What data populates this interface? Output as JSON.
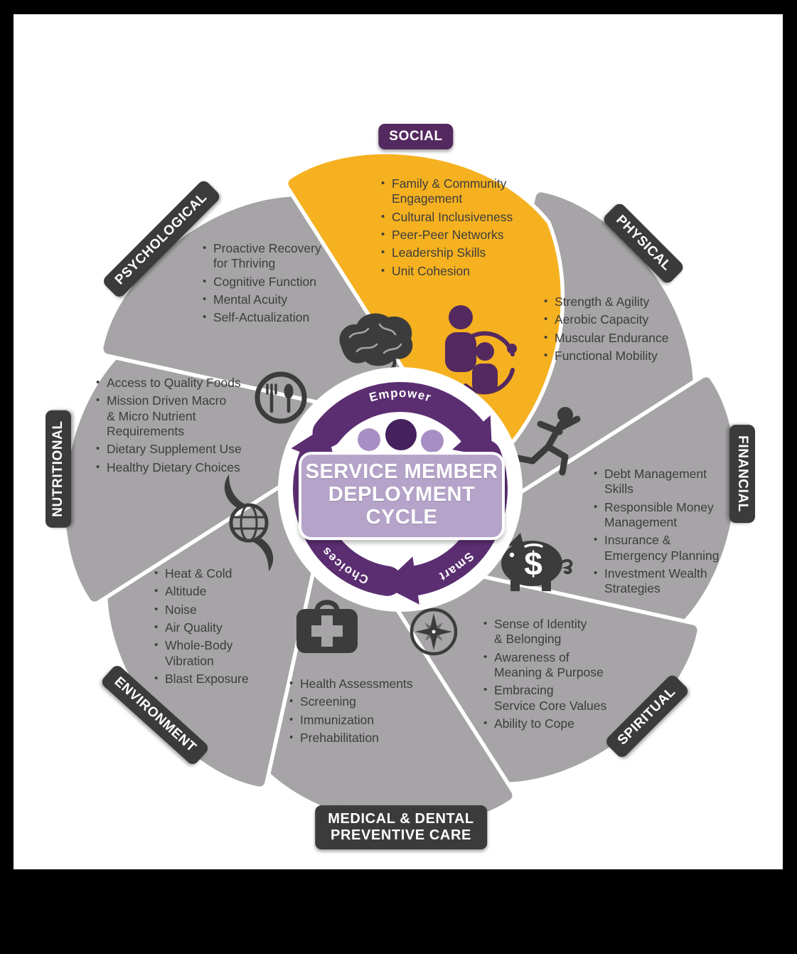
{
  "title_banner": {
    "line1": "SERVICE MEMBER",
    "line2": "DEPLOYMENT CYCLE"
  },
  "cycle": {
    "top_word": "Empower",
    "bottom_right_word": "Smart",
    "bottom_left_word": "Choices"
  },
  "colors": {
    "accent_yellow": "#F5B120",
    "petal_gray": "#A6A4A6",
    "chip_dark": "#3B3B3B",
    "chip_purple": "#54295F",
    "ring_purple": "#5B2E72",
    "banner_light_purple": "#B5A3C9",
    "figure_dark_purple": "#45215E",
    "figure_light_purple": "#A88FC3",
    "icon_gray": "#3C3C3C",
    "text_gray": "#3D3D3D"
  },
  "piggy_symbol": "$",
  "sections": [
    {
      "id": "social",
      "label": "SOCIAL",
      "icon": "people-network-icon",
      "items": [
        "Family & Community\nEngagement",
        "Cultural Inclusiveness",
        "Peer-Peer Networks",
        "Leadership Skills",
        "Unit Cohesion"
      ]
    },
    {
      "id": "physical",
      "label": "PHYSICAL",
      "icon": "runner-icon",
      "items": [
        "Strength & Agility",
        "Aerobic Capacity",
        "Muscular Endurance",
        "Functional Mobility"
      ]
    },
    {
      "id": "financial",
      "label": "FINANCIAL",
      "icon": "piggy-bank-icon",
      "items": [
        "Debt Management\nSkills",
        "Responsible Money\nManagement",
        "Insurance &\nEmergency Planning",
        "Investment Wealth\nStrategies"
      ]
    },
    {
      "id": "spiritual",
      "label": "SPIRITUAL",
      "icon": "compass-icon",
      "items": [
        "Sense of Identity\n& Belonging",
        "Awareness of\nMeaning & Purpose",
        "Embracing\nService Core Values",
        "Ability to Cope"
      ]
    },
    {
      "id": "medical",
      "label": "MEDICAL & DENTAL PREVENTIVE CARE",
      "chip_line1": "MEDICAL & DENTAL",
      "chip_line2": "PREVENTIVE CARE",
      "icon": "medical-bag-icon",
      "items": [
        "Health Assessments",
        "Screening",
        "Immunization",
        "Prehabilitation"
      ]
    },
    {
      "id": "environment",
      "label": "ENVIRONMENT",
      "icon": "hurricane-globe-icon",
      "items": [
        "Heat & Cold",
        "Altitude",
        "Noise",
        "Air Quality",
        "Whole-Body\nVibration",
        "Blast Exposure"
      ]
    },
    {
      "id": "nutritional",
      "label": "NUTRITIONAL",
      "icon": "fork-spoon-icon",
      "items": [
        "Access to Quality Foods",
        "Mission Driven Macro\n& Micro Nutrient\nRequirements",
        "Dietary Supplement Use",
        "Healthy Dietary Choices"
      ]
    },
    {
      "id": "psychological",
      "label": "PSYCHOLOGICAL",
      "icon": "brain-icon",
      "items": [
        "Proactive Recovery\nfor Thriving",
        "Cognitive Function",
        "Mental Acuity",
        "Self-Actualization"
      ]
    }
  ]
}
